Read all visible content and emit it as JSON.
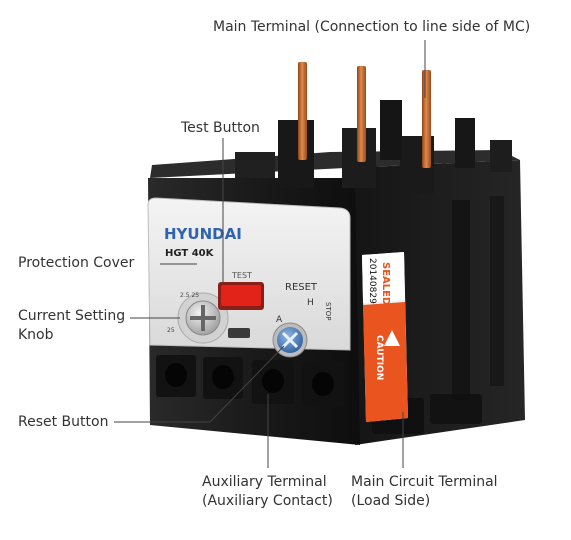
{
  "labels": {
    "main_terminal": "Main Terminal (Connection to line side of MC)",
    "test_button": "Test Button",
    "protection_cover": "Protection Cover",
    "current_setting_knob_line1": "Current Setting",
    "current_setting_knob_line2": "Knob",
    "reset_button": "Reset Button",
    "auxiliary_terminal_line1": "Auxiliary Terminal",
    "auxiliary_terminal_line2": "(Auxiliary Contact)",
    "main_circuit_terminal_line1": "Main Circuit Terminal",
    "main_circuit_terminal_line2": "(Load Side)"
  },
  "device": {
    "brand": "HYUNDAI",
    "model": "HGT 40K",
    "test_label": "TEST",
    "reset_label": "RESET",
    "h_mark": "H",
    "a_mark": "A",
    "stop_label": "STOP",
    "sealed_label": "SEALED",
    "serial": "20140829",
    "caution_label": "CAUTION"
  },
  "colors": {
    "body": "#1b1b1b",
    "panel": "#ececec",
    "brand": "#2e63b0",
    "test_button": "#e2231a",
    "reset_knob": "#4a7fc2",
    "sticker": "#e9541f",
    "copper": "#c66a2f",
    "leader_line": "#444444"
  }
}
